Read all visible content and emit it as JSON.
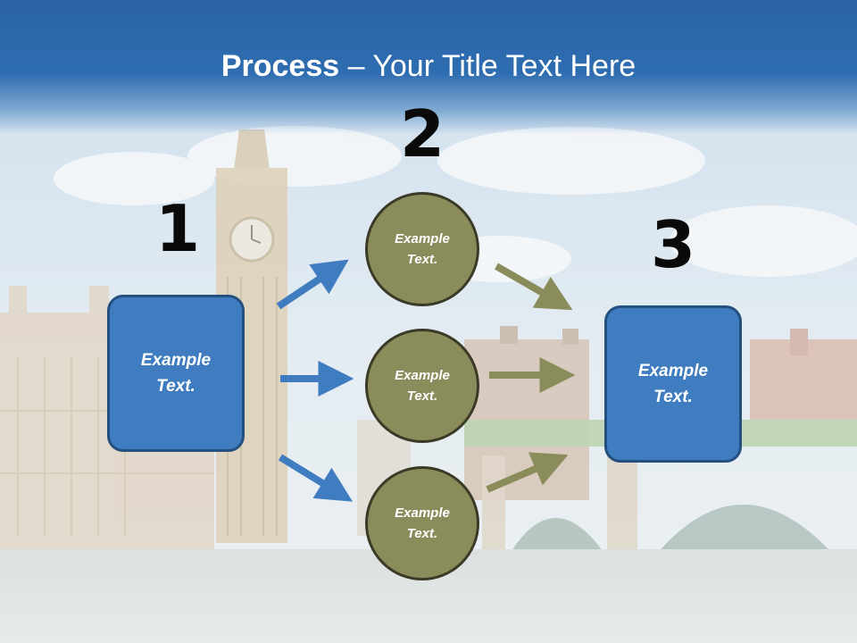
{
  "title": {
    "bold": "Process",
    "rest": " – Your Title Text Here"
  },
  "steps": [
    {
      "number": "1",
      "label": "Example Text."
    },
    {
      "number": "2"
    },
    {
      "number": "3",
      "label": "Example Text."
    }
  ],
  "circles": [
    {
      "label": "Example Text."
    },
    {
      "label": "Example Text."
    },
    {
      "label": "Example Text."
    }
  ],
  "colors": {
    "box_fill": "#3f7cc0",
    "box_border": "#23507f",
    "circle_fill": "#8b8c5c",
    "circle_border": "#3a3a26",
    "arrow_blue": "#3f7cc0",
    "arrow_olive": "#8b8c5c",
    "title_band": "#2e6db1"
  }
}
